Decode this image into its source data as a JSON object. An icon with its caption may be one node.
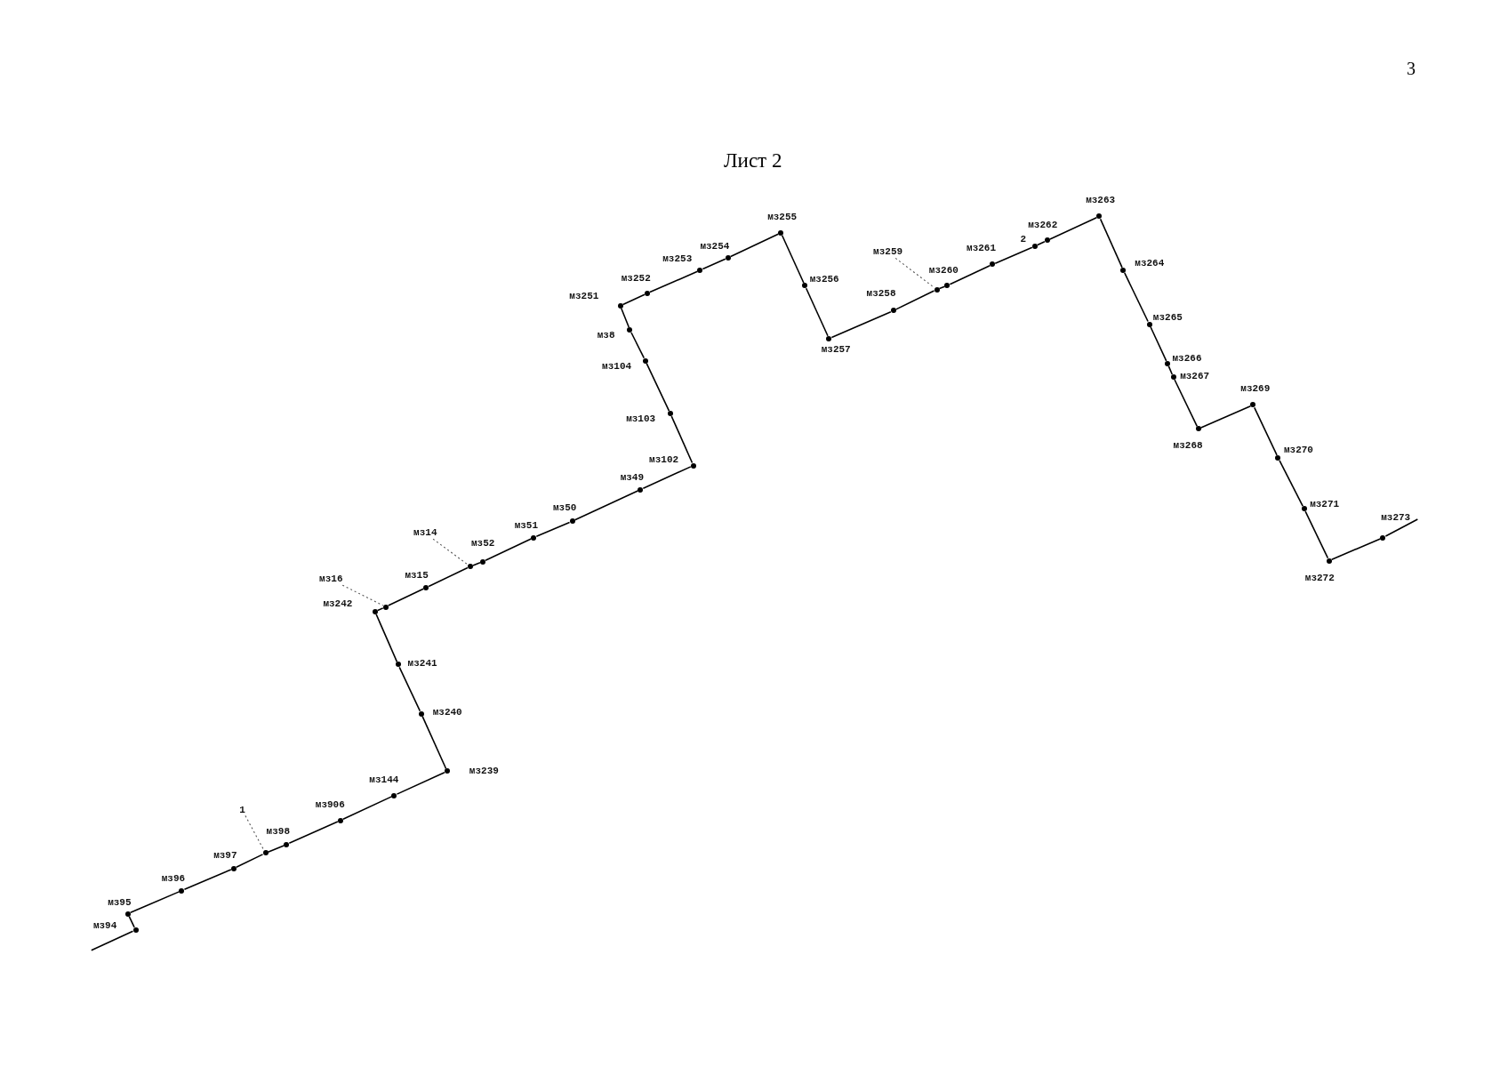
{
  "diagram": {
    "title": "Лист 2",
    "nodes": [
      {
        "text": [],
        "shape": "circle",
        "beside": [
          "мз94"
        ]
      },
      {
        "text": [],
        "shape": "circle",
        "beside": [
          "мз95"
        ]
      },
      {
        "text": [],
        "shape": "circle",
        "beside": [
          "мз96"
        ]
      },
      {
        "text": [],
        "shape": "circle",
        "beside": [
          "мз97"
        ]
      },
      {
        "text": [],
        "shape": "circle"
      },
      {
        "text": [
          "1"
        ]
      },
      {
        "text": [],
        "shape": "circle",
        "beside": [
          "мз98"
        ]
      },
      {
        "text": [],
        "shape": "circle",
        "beside": [
          "мз906"
        ]
      },
      {
        "text": [],
        "shape": "circle",
        "beside": [
          "мз144"
        ]
      },
      {
        "text": [],
        "shape": "circle",
        "beside": [
          "мз239"
        ]
      },
      {
        "text": [],
        "shape": "circle",
        "beside": [
          "мз240"
        ]
      },
      {
        "text": [],
        "shape": "circle",
        "beside": [
          "мз241"
        ]
      },
      {
        "text": [],
        "shape": "circle",
        "beside": [
          "мз242"
        ]
      },
      {
        "text": [],
        "shape": "circle"
      },
      {
        "text": [
          "мз16"
        ]
      },
      {
        "text": [],
        "shape": "circle",
        "beside": [
          "мз15"
        ]
      },
      {
        "text": [],
        "shape": "circle"
      },
      {
        "text": [
          "мз14"
        ]
      },
      {
        "text": [],
        "shape": "circle",
        "beside": [
          "мз52"
        ]
      },
      {
        "text": [],
        "shape": "circle",
        "beside": [
          "мз51"
        ]
      },
      {
        "text": [],
        "shape": "circle",
        "beside": [
          "мз50"
        ]
      },
      {
        "text": [],
        "shape": "circle",
        "beside": [
          "мз49"
        ]
      },
      {
        "text": [],
        "shape": "circle",
        "beside": [
          "мз102"
        ]
      },
      {
        "text": [],
        "shape": "circle",
        "beside": [
          "мз103"
        ]
      },
      {
        "text": [],
        "shape": "circle",
        "beside": [
          "мз104"
        ]
      },
      {
        "text": [],
        "shape": "circle",
        "beside": [
          "мз8"
        ]
      },
      {
        "text": [],
        "shape": "circle",
        "beside": [
          "мз251"
        ]
      },
      {
        "text": [],
        "shape": "circle",
        "beside": [
          "мз252"
        ]
      },
      {
        "text": [],
        "shape": "circle",
        "beside": [
          "мз253"
        ]
      },
      {
        "text": [],
        "shape": "circle",
        "beside": [
          "мз254"
        ]
      },
      {
        "text": [],
        "shape": "circle",
        "beside": [
          "мз255"
        ]
      },
      {
        "text": [],
        "shape": "circle",
        "beside": [
          "мз256"
        ]
      },
      {
        "text": [],
        "shape": "circle",
        "beside": [
          "мз257"
        ]
      },
      {
        "text": [],
        "shape": "circle",
        "beside": [
          "мз258"
        ]
      },
      {
        "text": [],
        "shape": "circle"
      },
      {
        "text": [
          "мз259"
        ]
      },
      {
        "text": [],
        "shape": "circle",
        "beside": [
          "мз260"
        ]
      },
      {
        "text": [],
        "shape": "circle",
        "beside": [
          "мз261"
        ]
      },
      {
        "text": [],
        "shape": "circle",
        "beside": [
          "2"
        ]
      },
      {
        "text": [],
        "shape": "circle",
        "beside": [
          "мз262"
        ]
      },
      {
        "text": [],
        "shape": "circle",
        "beside": [
          "мз263"
        ]
      },
      {
        "text": [],
        "shape": "circle",
        "beside": [
          "мз264"
        ]
      },
      {
        "text": [],
        "shape": "circle",
        "beside": [
          "мз265"
        ]
      },
      {
        "text": [],
        "shape": "circle",
        "beside": [
          "мз266"
        ]
      },
      {
        "text": [],
        "shape": "circle",
        "beside": [
          "мз267"
        ]
      },
      {
        "text": [],
        "shape": "circle",
        "beside": [
          "мз268"
        ]
      },
      {
        "text": [],
        "shape": "circle",
        "beside": [
          "мз269"
        ]
      },
      {
        "text": [],
        "shape": "circle",
        "beside": [
          "мз270"
        ]
      },
      {
        "text": [],
        "shape": "circle",
        "beside": [
          "мз271"
        ]
      },
      {
        "text": [],
        "shape": "circle",
        "beside": [
          "мз272"
        ]
      },
      {
        "text": [],
        "shape": "circle",
        "beside": [
          "мз273"
        ]
      }
    ],
    "edges": [
      {
        "from": null,
        "to": 0,
        "arrow": "none"
      },
      {
        "from": 0,
        "to": 1,
        "arrow": "none"
      },
      {
        "from": 1,
        "to": 2,
        "arrow": "none"
      },
      {
        "from": 2,
        "to": 3,
        "arrow": "none"
      },
      {
        "from": 3,
        "to": 4,
        "arrow": "none"
      },
      {
        "from": 4,
        "to": 6,
        "arrow": "none"
      },
      {
        "from": 6,
        "to": 7,
        "arrow": "none"
      },
      {
        "from": 7,
        "to": 8,
        "arrow": "none"
      },
      {
        "from": 8,
        "to": 9,
        "arrow": "none"
      },
      {
        "from": 9,
        "to": 10,
        "arrow": "none"
      },
      {
        "from": 10,
        "to": 11,
        "arrow": "none"
      },
      {
        "from": 11,
        "to": 12,
        "arrow": "none"
      },
      {
        "from": 12,
        "to": 13,
        "arrow": "none"
      },
      {
        "from": 13,
        "to": 15,
        "arrow": "none"
      },
      {
        "from": 15,
        "to": 16,
        "arrow": "none"
      },
      {
        "from": 16,
        "to": 18,
        "arrow": "none"
      },
      {
        "from": 18,
        "to": 19,
        "arrow": "none"
      },
      {
        "from": 19,
        "to": 20,
        "arrow": "none"
      },
      {
        "from": 20,
        "to": 21,
        "arrow": "none"
      },
      {
        "from": 21,
        "to": 22,
        "arrow": "none"
      },
      {
        "from": 22,
        "to": 23,
        "arrow": "none"
      },
      {
        "from": 23,
        "to": 24,
        "arrow": "none"
      },
      {
        "from": 24,
        "to": 25,
        "arrow": "none"
      },
      {
        "from": 25,
        "to": 26,
        "arrow": "none"
      },
      {
        "from": 26,
        "to": 27,
        "arrow": "none"
      },
      {
        "from": 27,
        "to": 28,
        "arrow": "none"
      },
      {
        "from": 28,
        "to": 29,
        "arrow": "none"
      },
      {
        "from": 29,
        "to": 30,
        "arrow": "none"
      },
      {
        "from": 30,
        "to": 31,
        "arrow": "none"
      },
      {
        "from": 31,
        "to": 32,
        "arrow": "none"
      },
      {
        "from": 32,
        "to": 33,
        "arrow": "none"
      },
      {
        "from": 33,
        "to": 34,
        "arrow": "none"
      },
      {
        "from": 34,
        "to": 36,
        "arrow": "none"
      },
      {
        "from": 36,
        "to": 37,
        "arrow": "none"
      },
      {
        "from": 37,
        "to": 38,
        "arrow": "none"
      },
      {
        "from": 38,
        "to": 39,
        "arrow": "none"
      },
      {
        "from": 39,
        "to": 40,
        "arrow": "none"
      },
      {
        "from": 40,
        "to": 41,
        "arrow": "none"
      },
      {
        "from": 41,
        "to": 42,
        "arrow": "none"
      },
      {
        "from": 42,
        "to": 43,
        "arrow": "none"
      },
      {
        "from": 43,
        "to": 44,
        "arrow": "none"
      },
      {
        "from": 44,
        "to": 45,
        "arrow": "none"
      },
      {
        "from": 45,
        "to": 46,
        "arrow": "none"
      },
      {
        "from": 46,
        "to": 47,
        "arrow": "none"
      },
      {
        "from": 47,
        "to": 48,
        "arrow": "none"
      },
      {
        "from": 48,
        "to": 49,
        "arrow": "none"
      },
      {
        "from": 49,
        "to": 50,
        "arrow": "none"
      },
      {
        "from": 50,
        "to": null,
        "arrow": "none"
      },
      {
        "from": 5,
        "to": 4,
        "arrow": "none",
        "style": "dashed"
      },
      {
        "from": 14,
        "to": 13,
        "arrow": "none",
        "style": "dashed"
      },
      {
        "from": 17,
        "to": 16,
        "arrow": "none",
        "style": "dashed"
      },
      {
        "from": 35,
        "to": 34,
        "arrow": "none",
        "style": "dashed"
      }
    ],
    "labels": [
      "3"
    ]
  }
}
